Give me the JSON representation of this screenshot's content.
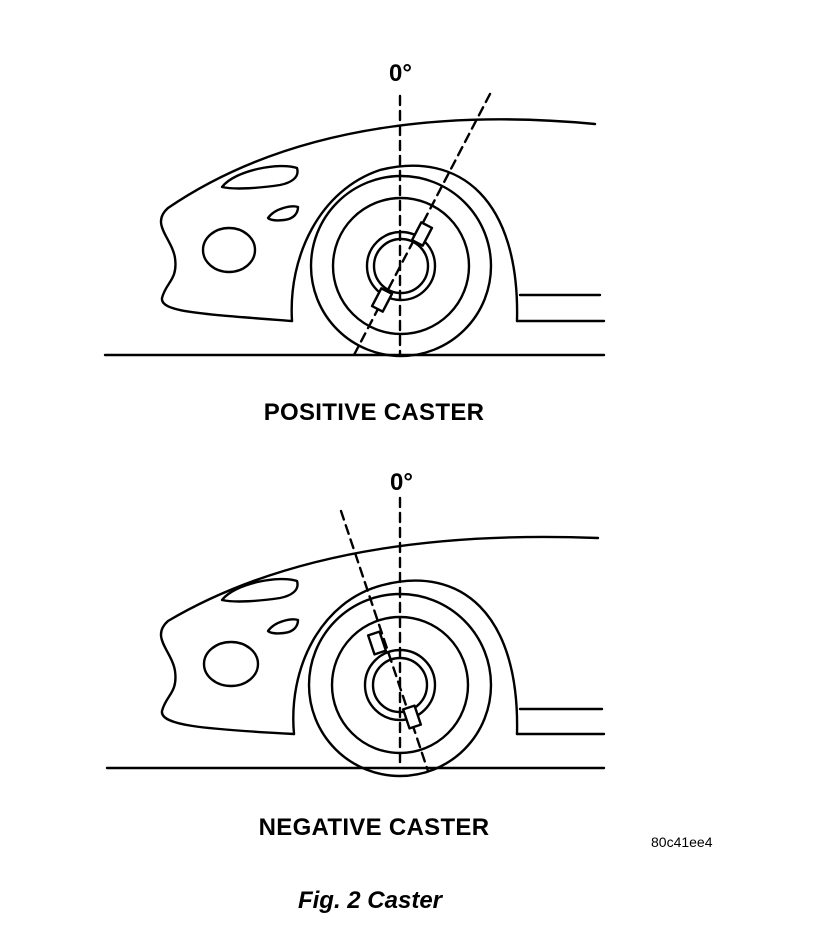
{
  "figure": {
    "title": "Fig. 2 Caster",
    "code": "80c41ee4"
  },
  "panels": [
    {
      "reference_label": "0°",
      "caption": "POSITIVE CASTER",
      "caster": "positive"
    },
    {
      "reference_label": "0°",
      "caption": "NEGATIVE CASTER",
      "caster": "negative"
    }
  ]
}
